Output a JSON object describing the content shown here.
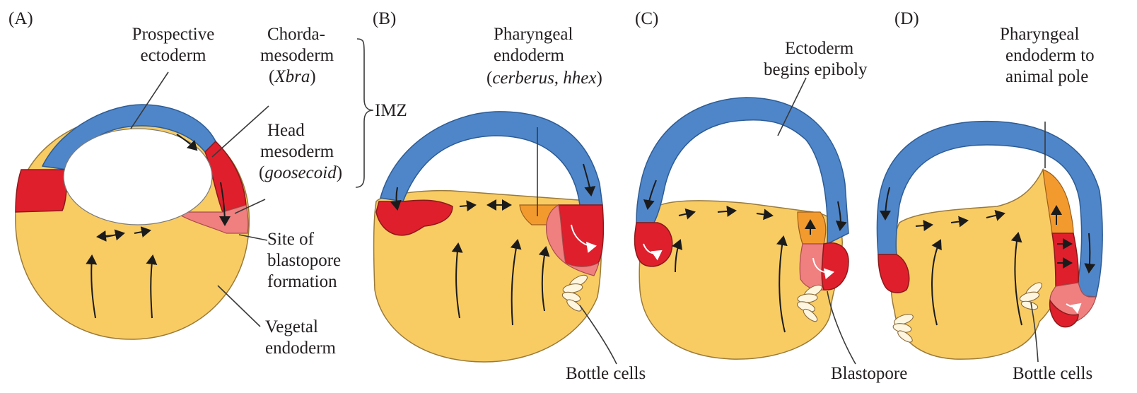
{
  "panels": {
    "a": "(A)",
    "b": "(B)",
    "c": "(C)",
    "d": "(D)"
  },
  "labels": {
    "prospective_ectoderm": [
      "Prospective",
      "ectoderm"
    ],
    "chordamesoderm": [
      "Chorda-",
      "mesoderm"
    ],
    "xbra": "Xbra",
    "head_mesoderm": [
      "Head",
      "mesoderm"
    ],
    "goosecoid": "goosecoid",
    "imz": "IMZ",
    "site_blastopore": [
      "Site of",
      "blastopore",
      "formation"
    ],
    "vegetal_endoderm": [
      "Vegetal",
      "endoderm"
    ],
    "pharyngeal_endoderm_b": [
      "Pharyngeal",
      "endoderm"
    ],
    "cerberus_hhex": "cerberus, hhex",
    "ectoderm_epiboly": [
      "Ectoderm",
      "begins epiboly"
    ],
    "pharyngeal_endoderm_d": [
      "Pharyngeal",
      "endoderm to",
      "animal pole"
    ],
    "bottle_cells_b": "Bottle cells",
    "blastopore": "Blastopore",
    "bottle_cells_d": "Bottle cells"
  },
  "colors": {
    "ectoderm": "#4f86c9",
    "chordamesoderm": "#e01f2d",
    "head_mesoderm": "#f07f7f",
    "pharyngeal_endoderm": "#f39a2e",
    "endoderm": "#f8cc63"
  }
}
